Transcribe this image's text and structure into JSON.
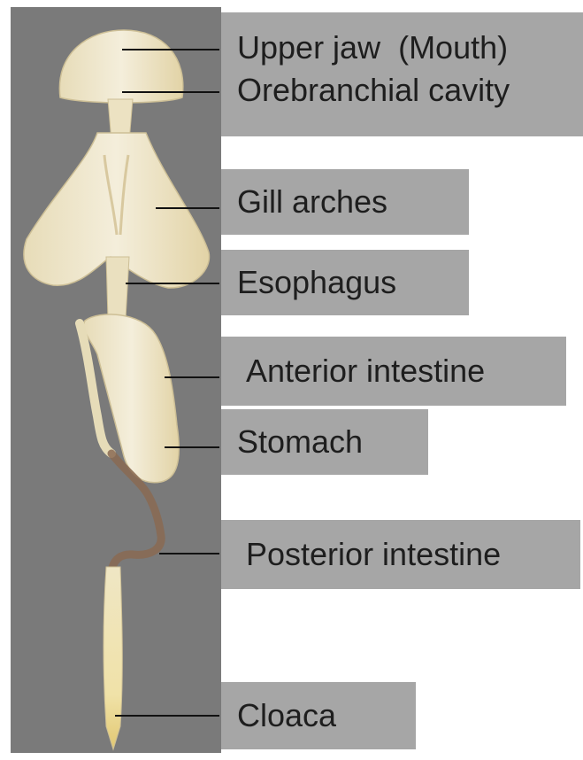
{
  "diagram": {
    "labels": [
      {
        "id": "upper-jaw",
        "text": "Upper jaw  (Mouth)"
      },
      {
        "id": "orebranchial-cavity",
        "text": "Orebranchial cavity"
      },
      {
        "id": "gill-arches",
        "text": "Gill arches"
      },
      {
        "id": "esophagus",
        "text": "Esophagus"
      },
      {
        "id": "anterior-intestine",
        "text": "Anterior intestine"
      },
      {
        "id": "stomach",
        "text": "Stomach"
      },
      {
        "id": "posterior-intestine",
        "text": "Posterior intestine"
      },
      {
        "id": "cloaca",
        "text": "Cloaca"
      }
    ],
    "colors": {
      "photo_background": "#7a7a7a",
      "label_background": "#a6a6a6",
      "tissue": "#efe6cc",
      "tissue_shadow": "#d8c796",
      "intestine_dark": "#8a6a52",
      "leader_line": "#111111"
    }
  }
}
